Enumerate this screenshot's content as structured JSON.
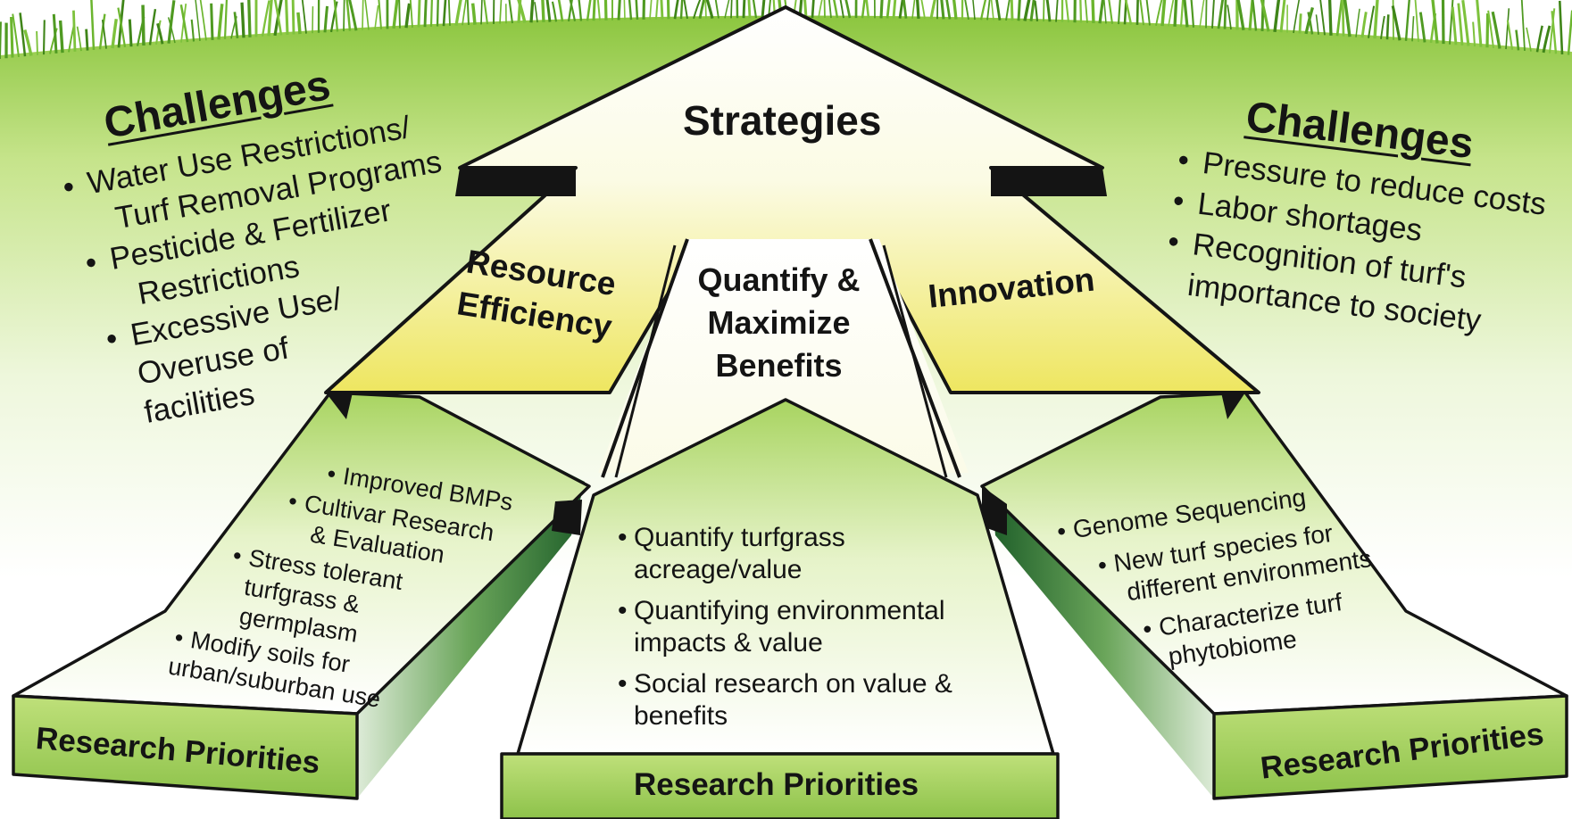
{
  "center": {
    "title": "Strategies",
    "strategy_left": [
      "Resource",
      "Efficiency"
    ],
    "strategy_middle": [
      "Quantify &",
      "Maximize",
      "Benefits"
    ],
    "strategy_right": "Innovation"
  },
  "challenges_left": {
    "heading": "Challenges",
    "items": [
      [
        "Water Use Restrictions/",
        "Turf Removal Programs"
      ],
      [
        "Pesticide & Fertilizer",
        "Restrictions"
      ],
      [
        "Excessive Use/",
        "Overuse of",
        "facilities"
      ]
    ]
  },
  "challenges_right": {
    "heading": "Challenges",
    "items": [
      [
        "Pressure to reduce costs"
      ],
      [
        "Labor shortages"
      ],
      [
        "Recognition of turf's",
        "importance to society"
      ]
    ]
  },
  "research_left": {
    "label": "Research Priorities",
    "items": [
      [
        "Improved BMPs"
      ],
      [
        "Cultivar Research",
        "& Evaluation"
      ],
      [
        "Stress tolerant",
        "turfgrass &",
        "germplasm"
      ],
      [
        "Modify soils for",
        "urban/suburban use"
      ]
    ]
  },
  "research_middle": {
    "label": "Research Priorities",
    "items": [
      [
        "Quantify turfgrass",
        "acreage/value"
      ],
      [
        "Quantifying environmental",
        "impacts & value"
      ],
      [
        "Social research on value &",
        "benefits"
      ]
    ]
  },
  "research_right": {
    "label": "Research Priorities",
    "items": [
      [
        "Genome Sequencing"
      ],
      [
        "New turf species for",
        "different environments"
      ],
      [
        "Characterize turf",
        "phytobiome"
      ]
    ]
  },
  "colors": {
    "grass_light": "#eef7d8",
    "grass_mid": "#a7d05a",
    "grass_dark": "#3f7d1f",
    "arrow_yellow": "#ece65a",
    "arrow_white": "#ffffff",
    "box_green": "#7cb342",
    "outline": "#141414"
  },
  "icons": [
    "grass-icon"
  ]
}
